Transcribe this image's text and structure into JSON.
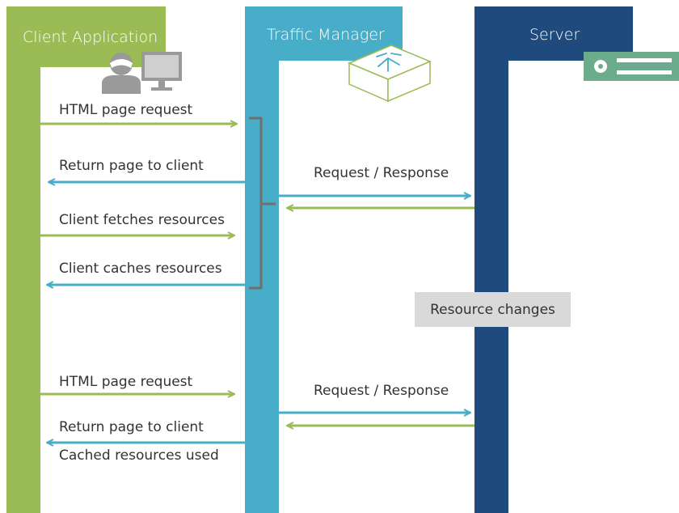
{
  "lanes": {
    "client": {
      "title": "Client Application",
      "color": "#9bbb55"
    },
    "traffic": {
      "title": "Traffic Manager",
      "color": "#47adc8"
    },
    "server": {
      "title": "Server",
      "color": "#1f4a7d"
    }
  },
  "messages": {
    "m1": "HTML page request",
    "m2": "Return page to client",
    "m3": "Client fetches resources",
    "m4": "Client caches resources",
    "m5": "Request / Response",
    "m6": "HTML page request",
    "m7": "Return page to client",
    "m8": "Cached resources used",
    "m9": "Request / Response"
  },
  "note": {
    "label": "Resource changes"
  },
  "icons": {
    "client": "user-computer-icon",
    "traffic": "traffic-manager-router-icon",
    "server": "server-rack-icon"
  },
  "colors": {
    "request_arrow": "#9bbb55",
    "response_arrow": "#47adc8",
    "bracket": "#707070",
    "note_bg": "#d9d9d9"
  }
}
